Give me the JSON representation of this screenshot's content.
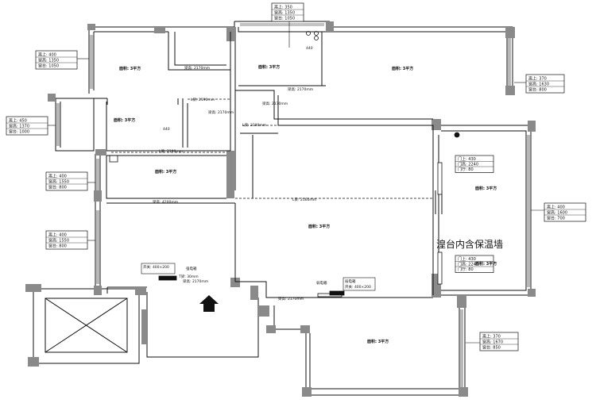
{
  "note_label": "湟台内含保温墙",
  "window_tags": [
    {
      "id": "w-top",
      "lines": [
        "离上: 350",
        "窗高: 1350",
        "窗台: 1050"
      ]
    },
    {
      "id": "w-left-1",
      "lines": [
        "离上: 400",
        "窗高: 1350",
        "窗台: 1050"
      ]
    },
    {
      "id": "w-left-2",
      "lines": [
        "离上: 450",
        "窗高: 1370",
        "窗台: 1000"
      ]
    },
    {
      "id": "w-left-3",
      "lines": [
        "离上: 400",
        "窗高: 1550",
        "窗台: 800"
      ]
    },
    {
      "id": "w-left-4",
      "lines": [
        "离上: 400",
        "窗高: 1550",
        "窗台: 800"
      ]
    },
    {
      "id": "w-right-1",
      "lines": [
        "离上: 370",
        "窗高: 1630",
        "窗台: 800"
      ]
    },
    {
      "id": "w-right-2",
      "lines": [
        "离上: 400",
        "窗高: 1600",
        "窗台: 700"
      ]
    },
    {
      "id": "w-right-3",
      "lines": [
        "离上: 370",
        "窗高: 1670",
        "窗台: 850"
      ]
    },
    {
      "id": "door-1",
      "lines": [
        "门上: 430",
        "门高: 2240",
        "门厅: 80"
      ]
    },
    {
      "id": "door-2",
      "lines": [
        "门上: 430",
        "门高: 2240",
        "门厅: 80"
      ]
    }
  ],
  "room_labels": [
    "面积: 3平方",
    "面积: 3平方",
    "面积: 3平方",
    "面积: 3平方",
    "面积: 3平方",
    "面积: 3平方",
    "面积: 3平方",
    "面积: 3平方",
    "面积: 3平方"
  ],
  "dims": [
    "梁高: 2170mm",
    "梁高: 2170mm",
    "L梁: 2190mm",
    "梁高: 2170mm",
    "L梁: 2190mm",
    "梁高: 2170mm",
    "L梁: 2190mm",
    "梁高: 4200mm",
    "L梁: 2160mm",
    "梁高: 2170mm",
    "梁高: 2170mm",
    "T梁: 30mm"
  ],
  "height_marks": [
    "440",
    "440"
  ],
  "equipment_labels": [
    "强电箱",
    "弱电箱",
    "开关: 400×200",
    "弱电箱",
    "开关: 400×200"
  ]
}
